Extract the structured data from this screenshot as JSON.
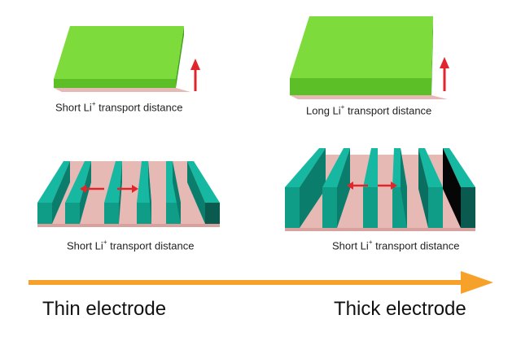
{
  "panels": {
    "thin_planar": {
      "prefix": "Short Li",
      "sup": "+",
      "suffix": " transport distance"
    },
    "thick_planar": {
      "prefix": "Long Li",
      "sup": "+",
      "suffix": " transport distance"
    },
    "thin_3d": {
      "prefix": "Short Li",
      "sup": "+",
      "suffix": " transport distance"
    },
    "thick_3d": {
      "prefix": "Short Li",
      "sup": "+",
      "suffix": " transport distance"
    }
  },
  "axis": {
    "left_label": "Thin electrode",
    "right_label": "Thick electrode"
  },
  "colors": {
    "active_top": "#7ddc3c",
    "active_side": "#5cbf27",
    "substrate": "#e7b9b5",
    "pillar_top": "#17b8a2",
    "pillar_front": "#0f9d88",
    "pillar_side": "#0a5a50",
    "arrow_red": "#e0262c",
    "gradient_arrow": "#f6a12a"
  }
}
